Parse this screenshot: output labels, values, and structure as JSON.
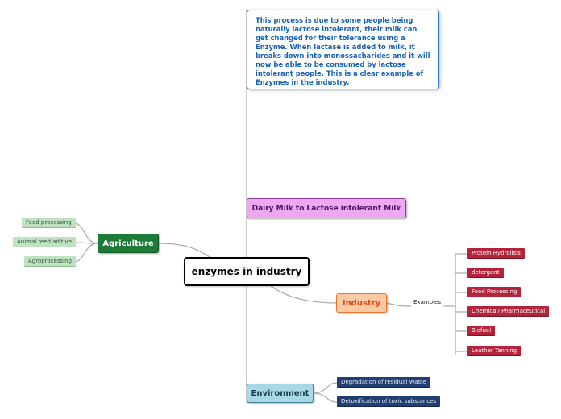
{
  "mindmap": {
    "central": "enzymes in industry",
    "note": "This process is due to some people being naturally lactose intolerant, their milk can get changed for their tolerance using a Enzyme. When lactase is added to milk, it breaks down into monossacharides and it will now be able to be consumed by lactose intolerant people. This is a clear example of Enzymes in the industry.",
    "dairy": "Dairy Milk to Lactose intolerant Milk",
    "agriculture": {
      "label": "Agriculture",
      "children": [
        "Feed processing",
        "Animal feed aditive",
        "Agroprocessing"
      ]
    },
    "industry": {
      "label": "Industry",
      "connector": "Examples",
      "children": [
        "Protein Hydrolisis",
        "detergent",
        "Food Processing",
        "Chemical/ Pharmaceutical",
        "Biofuel",
        "Leather Tanning"
      ]
    },
    "environment": {
      "label": "Environment",
      "children": [
        "Degradation of residual Waste",
        "Detoxification of toxic substances"
      ]
    },
    "colors": {
      "agriculture": "#1e7b37",
      "industry": "#fbc9a3",
      "environment": "#a8d8e3",
      "dairy": "#eea8f3",
      "note_text": "#1762b3"
    }
  }
}
